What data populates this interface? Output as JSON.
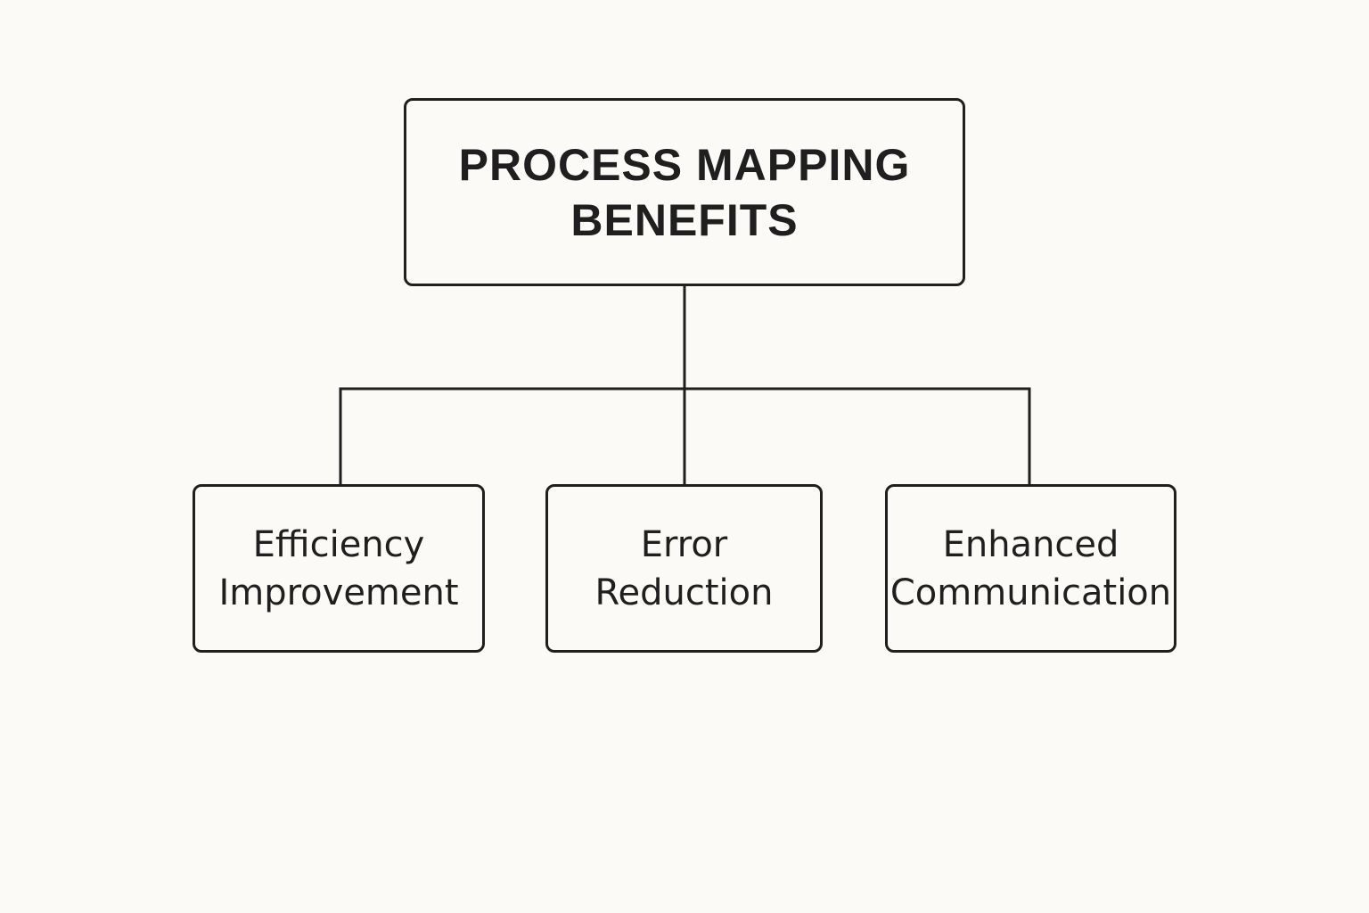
{
  "root": {
    "lines": [
      "PROCESS MAPPING",
      "BENEFITS"
    ]
  },
  "children": [
    {
      "lines": [
        "Efficiency",
        "Improvement"
      ]
    },
    {
      "lines": [
        "Error",
        "Reduction"
      ]
    },
    {
      "lines": [
        "Enhanced",
        "Communication"
      ]
    }
  ],
  "colors": {
    "stroke": "#1f1f1f",
    "background": "#fcfaf6",
    "text": "#1f1f1f"
  }
}
